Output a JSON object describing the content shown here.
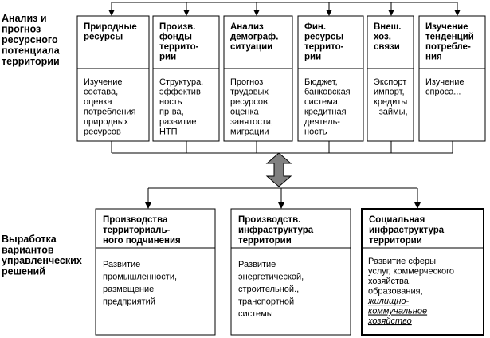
{
  "left_labels": [
    {
      "lines": [
        "Анализ и",
        "прогноз",
        "ресурсного",
        "потенциала",
        "территории"
      ]
    },
    {
      "lines": [
        "Выработка",
        "вариантов",
        "управленческих",
        "решений"
      ]
    }
  ],
  "top_boxes": [
    {
      "title": [
        "Природные",
        "ресурсы"
      ],
      "desc": [
        "Изучение",
        "состава,",
        "оценка",
        "потребления",
        "природных",
        "ресурсов"
      ]
    },
    {
      "title": [
        "Произв.",
        "фонды",
        "террито-",
        "рии"
      ],
      "desc": [
        "Структура,",
        "эффектив-",
        "ность",
        "пр-ва,",
        "развитие",
        "НТП"
      ]
    },
    {
      "title": [
        "Анализ",
        "демограф.",
        "ситуации"
      ],
      "desc": [
        "Прогноз",
        "трудовых",
        "ресурсов,",
        "оценка",
        "занятости,",
        "миграции"
      ]
    },
    {
      "title": [
        "Фин.",
        "ресурсы",
        "террито-",
        "рии"
      ],
      "desc": [
        "Бюджет,",
        "банковская",
        "система,",
        "кредитная",
        "деятель-",
        "ность"
      ]
    },
    {
      "title": [
        "Внеш.",
        "хоз.",
        "связи"
      ],
      "desc": [
        "Экспорт",
        "импорт,",
        "кредиты",
        "- займы,"
      ]
    },
    {
      "title": [
        "Изучение",
        "тенденций",
        "потребле-",
        "ния"
      ],
      "desc": [
        "Изучение",
        "спроса..."
      ]
    }
  ],
  "bottom_boxes": [
    {
      "title": [
        "Производства",
        "территориаль-",
        "ного подчинения"
      ],
      "desc": [
        "Развитие",
        "промышленности,",
        "размещение",
        "предприятий"
      ],
      "highlight": false
    },
    {
      "title": [
        "Производств.",
        "инфраструктура",
        "территории"
      ],
      "desc": [
        "Развитие",
        "энергетической,",
        "строительной.,",
        "транспортной",
        "системы"
      ],
      "highlight": false
    },
    {
      "title": [
        "Социальная",
        "инфраструктура",
        "территории"
      ],
      "desc": [
        "Развитие сферы",
        "услуг, коммерческого",
        "хозяйства,",
        "образования,"
      ],
      "desc_emph": [
        "жилищно-",
        "коммунальное",
        "хозяйство"
      ],
      "highlight": true
    }
  ],
  "colors": {
    "line": "#000000",
    "connector_fill": "#808080",
    "background": "#ffffff"
  }
}
